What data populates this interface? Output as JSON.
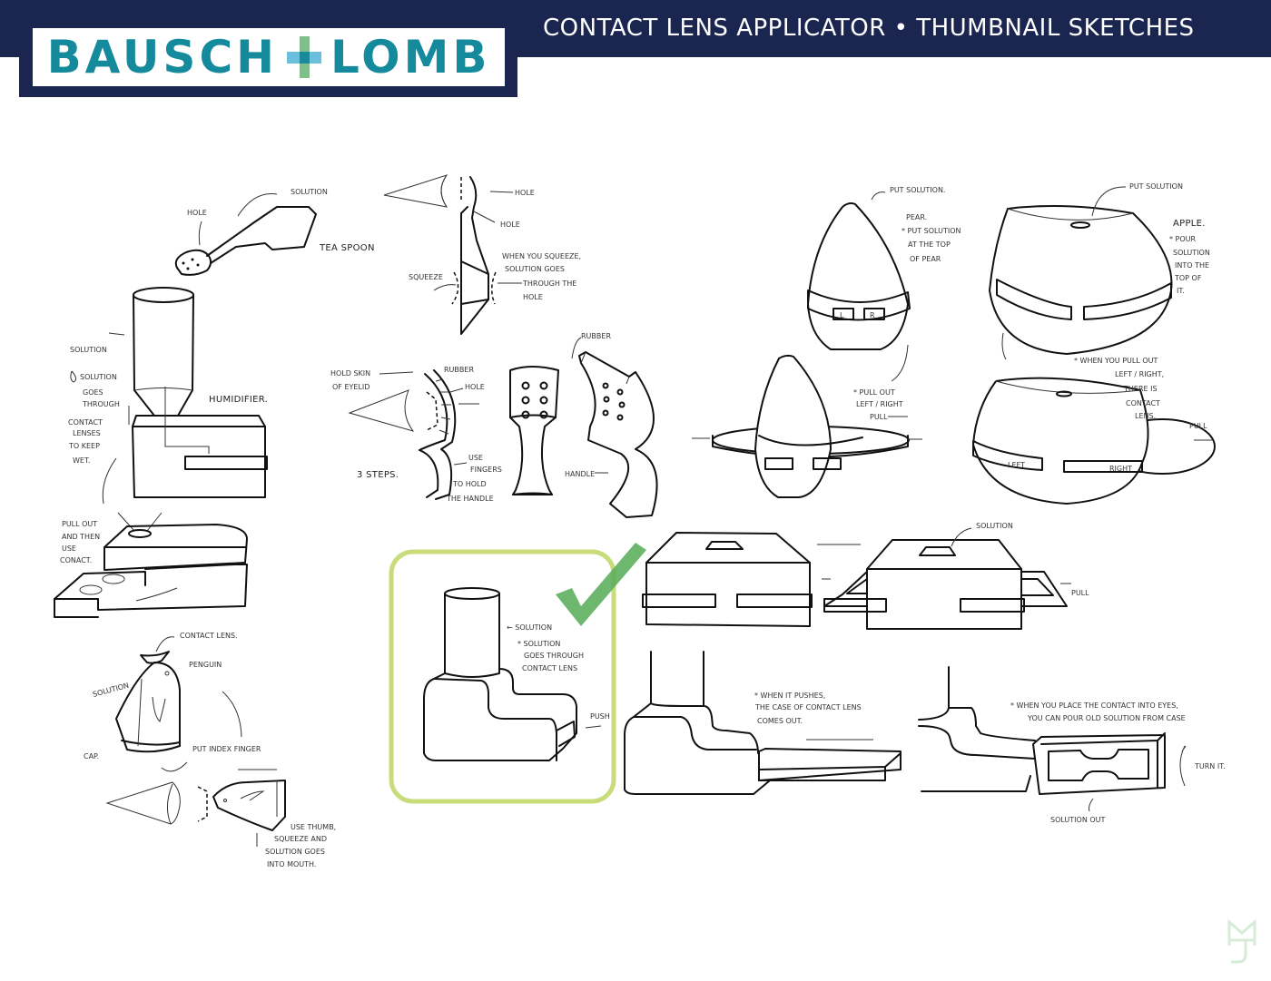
{
  "header": {
    "brand_left": "BAUSCH",
    "brand_right": "LOMB",
    "title": "CONTACT LENS APPLICATOR • THUMBNAIL SKETCHES"
  },
  "colors": {
    "navy": "#1a2650",
    "brand_teal": "#148a9c",
    "plus_green": "#7fbf8c",
    "plus_blue": "#5ab8d8",
    "highlight_frame": "#c8dc7a",
    "checkmark": "#5aad5a"
  },
  "sketches": {
    "spoon": {
      "solution": "SOLUTION",
      "hole": "HOLE",
      "name": "TEA SPOON"
    },
    "humidifier": {
      "solution": "SOLUTION",
      "note1": "SOLUTION",
      "note2": "GOES",
      "note3": "THROUGH",
      "note4": "CONTACT",
      "note5": "LENSES",
      "note6": "TO KEEP",
      "note7": "WET.",
      "name": "HUMIDIFIER."
    },
    "tray": {
      "line1": "PULL OUT",
      "line2": "AND THEN",
      "line3": "USE",
      "line4": "CONACT."
    },
    "penguin": {
      "contact": "CONTACT LENS.",
      "name": "PENGUIN",
      "solution": "SOLUTION",
      "cap": "CAP.",
      "finger": "PUT INDEX FINGER",
      "thumb1": "USE THUMB,",
      "thumb2": "SQUEEZE AND",
      "thumb3": "SOLUTION GOES",
      "thumb4": "INTO MOUTH."
    },
    "squeeze": {
      "hole1": "HOLE",
      "hole2": "HOLE",
      "squeeze": "SQUEEZE",
      "note1": "WHEN YOU SQUEEZE,",
      "note2": "SOLUTION GOES",
      "note3": "THROUGH THE",
      "note4": "HOLE"
    },
    "eyelid": {
      "hold1": "HOLD SKIN",
      "hold2": "OF EYELID",
      "rubber": "RUBBER",
      "hole": "HOLE",
      "steps": "3 STEPS.",
      "use1": "USE",
      "use2": "FINGERS",
      "use3": "TO HOLD",
      "use4": "THE HANDLE",
      "rubber2": "RUBBER",
      "handle": "HANDLE"
    },
    "pear": {
      "put": "PUT SOLUTION.",
      "name": "PEAR.",
      "note1": "* PUT SOLUTION",
      "note2": "AT THE TOP",
      "note3": "OF PEAR",
      "left": "L",
      "right": "R",
      "pull1": "* PULL OUT",
      "pull2": "LEFT / RIGHT",
      "pull": "PULL"
    },
    "apple": {
      "put": "PUT SOLUTION",
      "name": "APPLE.",
      "note1": "* POUR",
      "note2": "SOLUTION",
      "note3": "INTO THE",
      "note4": "TOP OF",
      "note5": "IT.",
      "when1": "* WHEN YOU PULL OUT",
      "when2": "LEFT / RIGHT,",
      "when3": "THERE IS",
      "when4": "CONTACT",
      "when5": "LENS.",
      "pull": "PULL",
      "left": "LEFT",
      "right": "RIGHT"
    },
    "selected": {
      "solution": "← SOLUTION",
      "note1": "* SOLUTION",
      "note2": "GOES THROUGH",
      "note3": "CONTACT LENS",
      "push": "PUSH"
    },
    "box": {
      "solution": "SOLUTION",
      "pull": "PULL"
    },
    "push_case": {
      "note1": "* WHEN IT PUSHES,",
      "note2": "THE CASE OF CONTACT LENS",
      "note3": "COMES OUT."
    },
    "turn_case": {
      "note1": "* WHEN YOU PLACE THE CONTACT INTO EYES,",
      "note2": "YOU CAN POUR OLD SOLUTION FROM CASE",
      "turn": "TURN IT.",
      "out": "SOLUTION OUT"
    }
  },
  "watermark": "MJ"
}
